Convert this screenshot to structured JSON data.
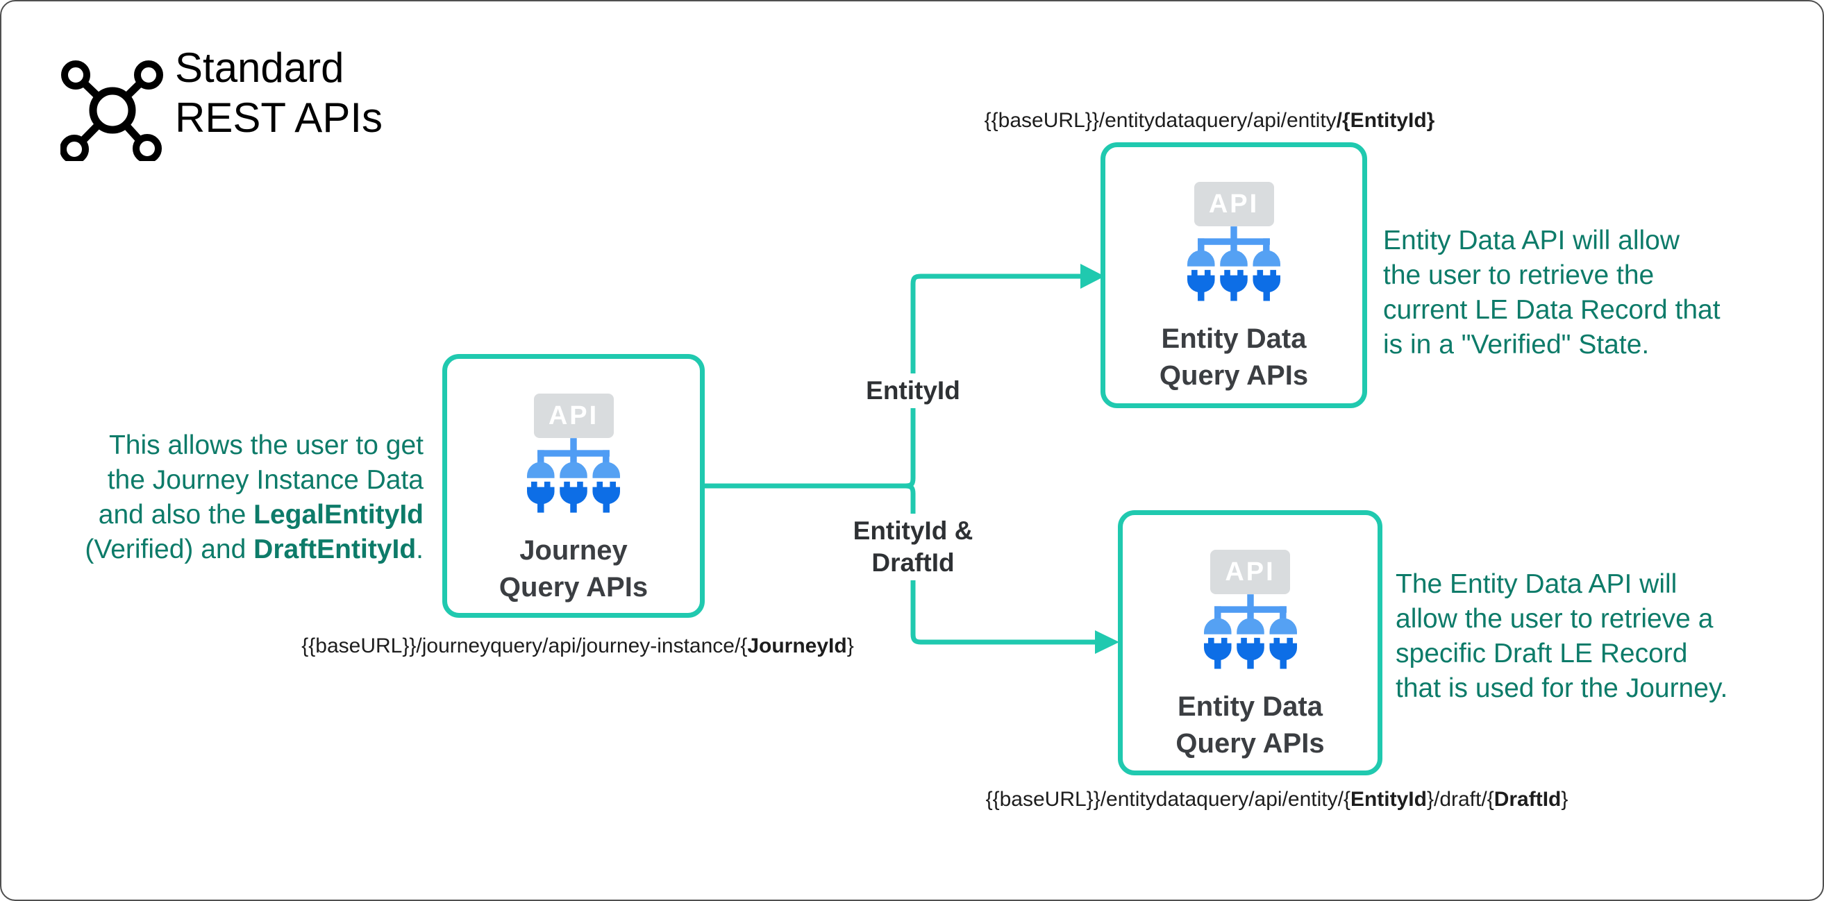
{
  "header": {
    "title_line1": "Standard",
    "title_line2": "REST APIs"
  },
  "boxes": {
    "journey": {
      "badge": "API",
      "label_line1": "Journey",
      "label_line2": "Query APIs"
    },
    "entity_top": {
      "badge": "API",
      "label_line1": "Entity Data",
      "label_line2": "Query APIs"
    },
    "entity_bottom": {
      "badge": "API",
      "label_line1": "Entity Data",
      "label_line2": "Query APIs"
    }
  },
  "urls": {
    "journey": {
      "prefix": "{{baseURL}}/journeyquery/api/journey-instance/{",
      "bold": "JourneyId",
      "suffix": "}"
    },
    "entity_top": {
      "prefix": "{{baseURL}}/entitydataquery/api/entity",
      "bold": "/{EntityId}"
    },
    "entity_bottom": {
      "prefix": "{{baseURL}}/entitydataquery/api/entity/{",
      "bold1": "EntityId",
      "mid": "}/draft/{",
      "bold2": "DraftId",
      "suffix": "}"
    }
  },
  "connector_labels": {
    "top": "EntityId",
    "bottom_line1": "EntityId &",
    "bottom_line2": "DraftId"
  },
  "annotations": {
    "left": {
      "l1": "This allows the user to get",
      "l2": "the Journey Instance Data",
      "l3a": "and also the ",
      "l3b": "LegalEntityId",
      "l4a": "(Verified) and ",
      "l4b": "DraftEntityId",
      "l4c": "."
    },
    "top_right": {
      "l1": "Entity Data API will allow",
      "l2": "the user to retrieve the",
      "l3": "current LE Data Record that",
      "l4": "is in a \"Verified\" State."
    },
    "bottom_right": {
      "l1": "The Entity Data API will",
      "l2": "allow the user to retrieve a",
      "l3": "specific Draft LE Record",
      "l4": "that is used for the Journey."
    }
  },
  "colors": {
    "teal": "#20c9af",
    "annotation_green": "#0d7b69",
    "blue_light": "#4f9cf4",
    "blue_dome": "#55a1f3",
    "blue_dark": "#0d6ee6",
    "badge_gray": "#d9dcde",
    "box_label": "#3b3e42"
  }
}
